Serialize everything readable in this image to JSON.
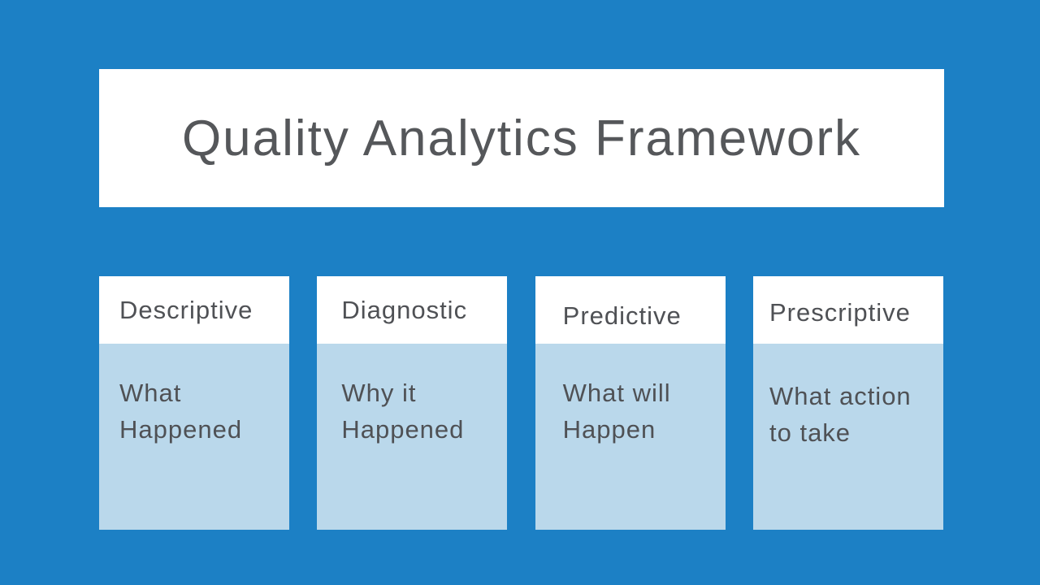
{
  "slide": {
    "title": "Quality Analytics Framework",
    "cards": [
      {
        "label": "Descriptive",
        "lines": [
          "What",
          "Happened"
        ]
      },
      {
        "label": "Diagnostic",
        "lines": [
          "Why it",
          "Happened"
        ]
      },
      {
        "label": "Predictive",
        "lines": [
          "What will",
          "Happen"
        ]
      },
      {
        "label": "Prescriptive",
        "lines": [
          "What action",
          "to take"
        ]
      }
    ],
    "colors": {
      "background": "#1C80C5",
      "banner": "#FFFFFF",
      "card_header": "#FFFFFF",
      "card_body": "#BAD8EB",
      "text": "#55575A"
    }
  }
}
